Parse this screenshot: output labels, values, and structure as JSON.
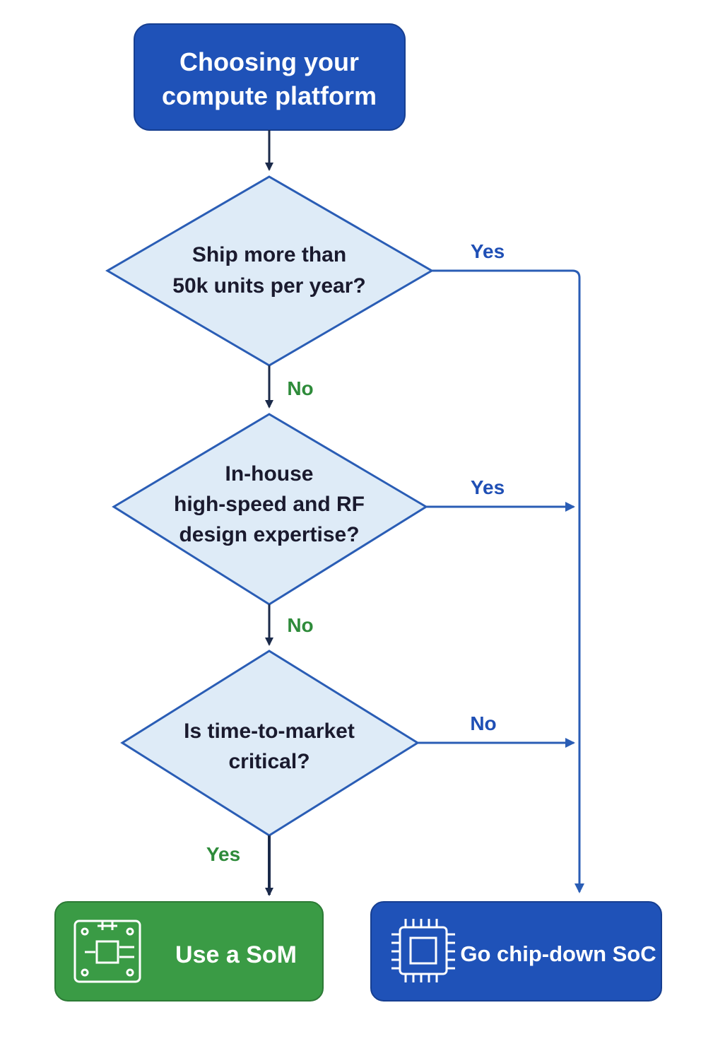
{
  "start": {
    "line1": "Choosing your",
    "line2": "compute platform"
  },
  "questions": [
    {
      "lines": [
        "Ship more than",
        "50k units per year?"
      ]
    },
    {
      "lines": [
        "In-house",
        "high-speed and RF",
        "design expertise?"
      ]
    },
    {
      "lines": [
        "Is time-to-market",
        "critical?"
      ]
    }
  ],
  "edges": {
    "q1_yes": "Yes",
    "q1_no": "No",
    "q2_yes": "Yes",
    "q2_no": "No",
    "q3_no": "No",
    "q3_yes": "Yes"
  },
  "outcomes": {
    "som": {
      "label": "Use a SoM",
      "icon": "circuit-board-icon",
      "color": "#3a9b45"
    },
    "soc": {
      "label": "Go chip-down SoC",
      "icon": "chip-icon",
      "color": "#1f52b8"
    }
  },
  "colors": {
    "primary_blue": "#1f52b8",
    "diamond_fill": "#deebf7",
    "line_blue": "#2a5db5",
    "arrow_dark": "#1b2a4a",
    "label_green": "#2e8b3a"
  }
}
